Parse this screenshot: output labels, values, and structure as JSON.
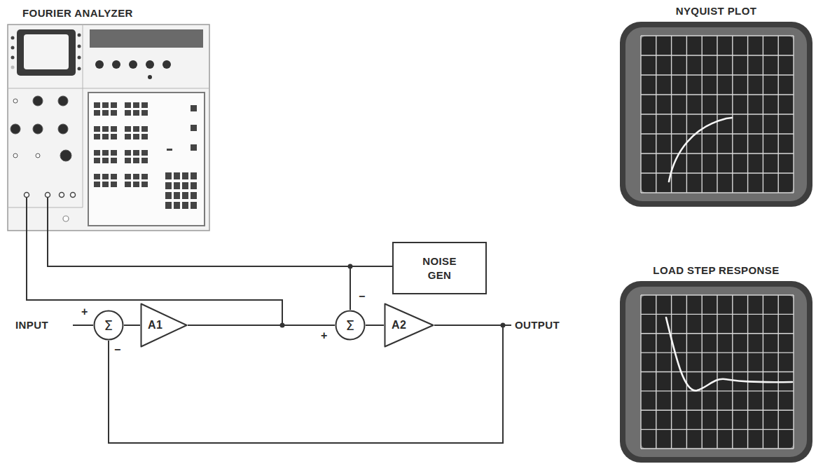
{
  "diagram": {
    "nodes": [
      {
        "text": [
          "FOURIER ANALYZER"
        ]
      },
      {
        "text": [
          "Σ"
        ]
      },
      {
        "text": [
          "A1"
        ]
      },
      {
        "text": [
          "NOISE GEN"
        ]
      },
      {
        "text": [
          "Σ"
        ]
      },
      {
        "text": [
          "A2"
        ]
      },
      {
        "text": [
          "NYQUIST PLOT"
        ]
      },
      {
        "text": [
          "LOAD STEP RESPONSE"
        ]
      }
    ],
    "edges": [
      {
        "from": 1,
        "to": 2,
        "arrow": "none"
      },
      {
        "from": 2,
        "to": 4,
        "arrow": "none"
      },
      {
        "from": 4,
        "to": 5,
        "arrow": "none"
      },
      {
        "from": 5,
        "to": 1,
        "arrow": "none"
      },
      {
        "from": 3,
        "to": 4,
        "arrow": "none"
      },
      {
        "from": 3,
        "to": 0,
        "arrow": "none"
      },
      {
        "from": 2,
        "to": 0,
        "arrow": "none"
      }
    ],
    "labels": [
      "INPUT",
      "OUTPUT",
      "+",
      "−",
      "+",
      "−"
    ]
  }
}
